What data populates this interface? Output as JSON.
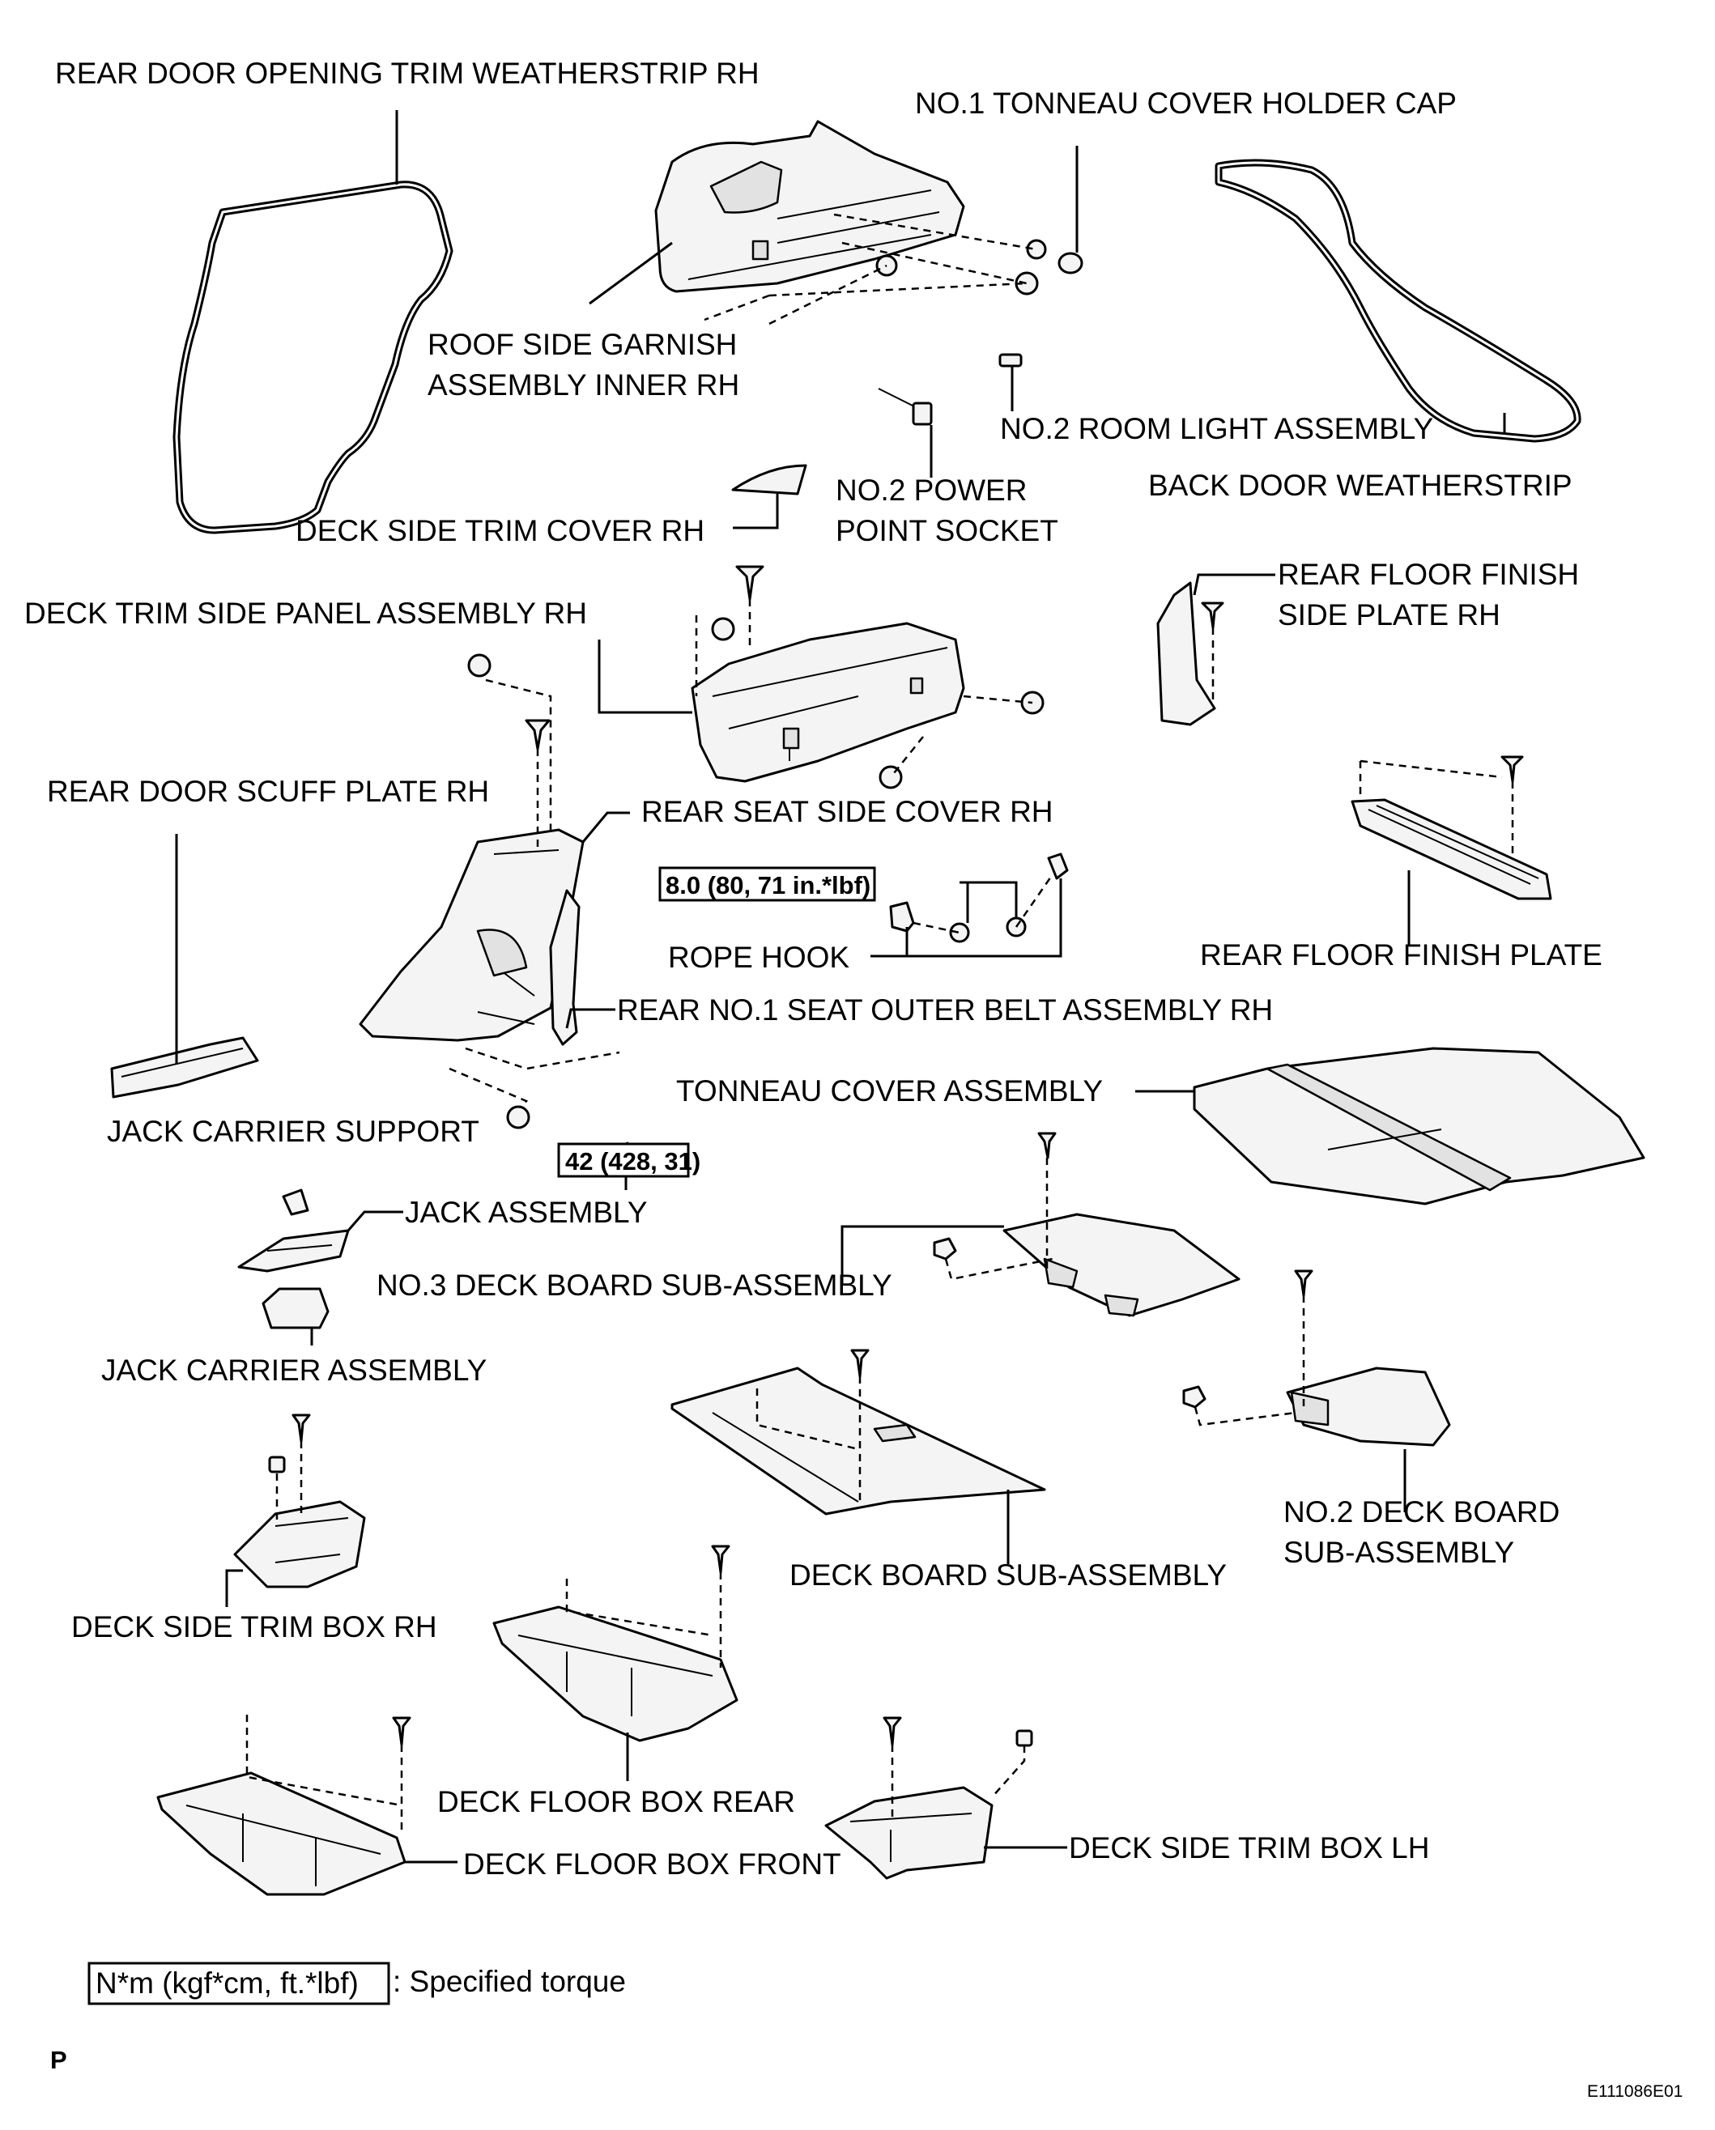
{
  "labels": {
    "rear_door_weatherstrip": "REAR DOOR OPENING TRIM WEATHERSTRIP RH",
    "tonneau_holder_cap": "NO.1 TONNEAU COVER HOLDER CAP",
    "roof_side_garnish_1": "ROOF SIDE GARNISH",
    "roof_side_garnish_2": "ASSEMBLY INNER RH",
    "room_light": "NO.2 ROOM LIGHT ASSEMBLY",
    "back_door_weatherstrip": "BACK DOOR WEATHERSTRIP",
    "power_point_1": "NO.2 POWER",
    "power_point_2": "POINT SOCKET",
    "deck_side_trim_cover": "DECK SIDE TRIM COVER RH",
    "deck_trim_side_panel": "DECK TRIM SIDE PANEL ASSEMBLY RH",
    "rear_floor_side_plate_1": "REAR FLOOR FINISH",
    "rear_floor_side_plate_2": "SIDE PLATE RH",
    "rear_door_scuff": "REAR DOOR SCUFF PLATE RH",
    "rear_seat_side_cover": "REAR SEAT SIDE COVER RH",
    "rope_hook": "ROPE HOOK",
    "rear_floor_finish_plate": "REAR FLOOR FINISH PLATE",
    "rear_seat_belt": "REAR NO.1 SEAT OUTER BELT ASSEMBLY RH",
    "tonneau_cover": "TONNEAU COVER ASSEMBLY",
    "jack_carrier_support": "JACK CARRIER SUPPORT",
    "jack_assembly": "JACK ASSEMBLY",
    "no3_deck_board": "NO.3 DECK BOARD SUB-ASSEMBLY",
    "jack_carrier_assembly": "JACK CARRIER ASSEMBLY",
    "no2_deck_board_1": "NO.2 DECK BOARD",
    "no2_deck_board_2": "SUB-ASSEMBLY",
    "deck_board": "DECK BOARD SUB-ASSEMBLY",
    "deck_side_trim_box_rh": "DECK SIDE TRIM BOX RH",
    "deck_floor_box_rear": "DECK FLOOR BOX REAR",
    "deck_floor_box_front": "DECK FLOOR BOX FRONT",
    "deck_side_trim_box_lh": "DECK SIDE TRIM BOX LH"
  },
  "torques": {
    "rope_hook": "8.0 (80, 71 in.*lbf)",
    "seat_belt": "42 (428, 31)"
  },
  "legend": {
    "unit_box": "N*m (kgf*cm, ft.*lbf)",
    "text": ": Specified torque"
  },
  "footer": {
    "page_letter": "P",
    "figure_id": "E111086E01"
  }
}
